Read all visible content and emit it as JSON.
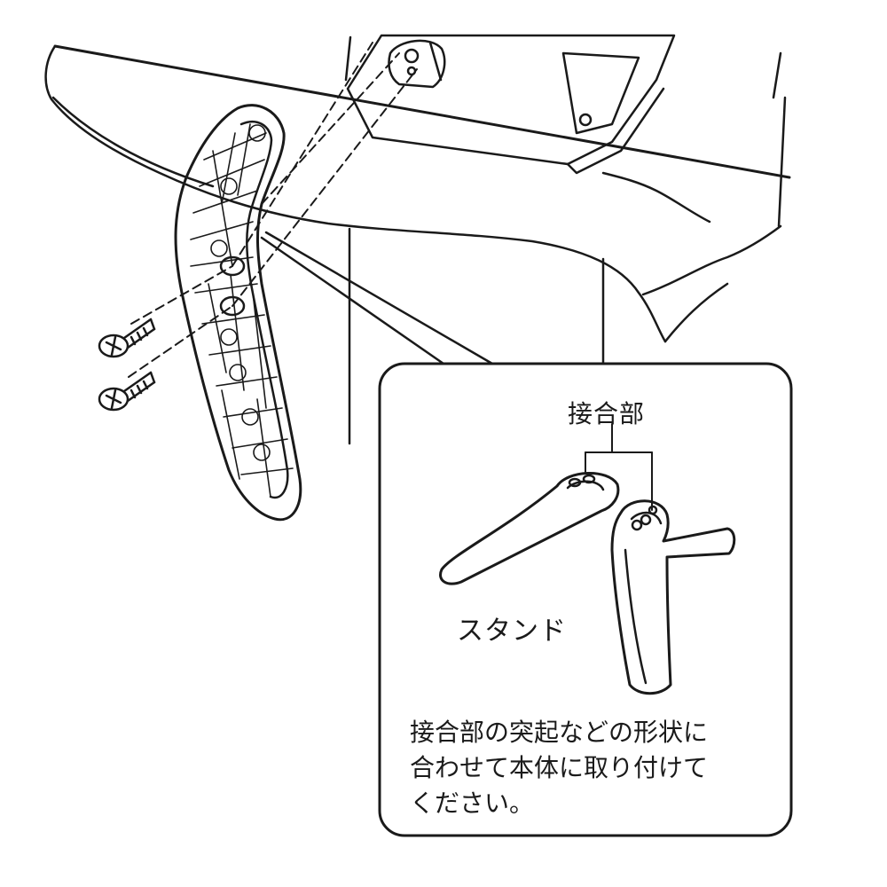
{
  "callout": {
    "joint_label": "接合部",
    "stand_label": "スタンド",
    "instruction_lines": [
      "接合部の突起などの形状に",
      "合わせて本体に取り付けて",
      "ください。"
    ]
  }
}
